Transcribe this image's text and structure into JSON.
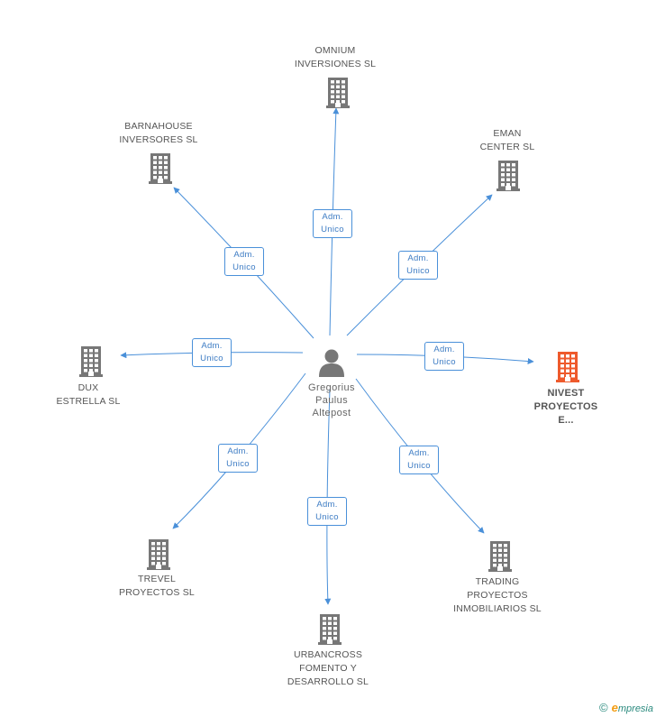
{
  "colors": {
    "edge": "#4a90d9",
    "building": "#777777",
    "main_building": "#ee5a2c",
    "person": "#777777"
  },
  "center": {
    "name_lines": [
      "Gregorius",
      "Paulus",
      "Altepost"
    ],
    "icon": "person-icon"
  },
  "companies": [
    {
      "id": "omnium",
      "lines": [
        "OMNIUM",
        "INVERSIONES SL"
      ],
      "main": false
    },
    {
      "id": "barnahouse",
      "lines": [
        "BARNAHOUSE",
        "INVERSORES SL"
      ],
      "main": false
    },
    {
      "id": "eman",
      "lines": [
        "EMAN",
        "CENTER SL"
      ],
      "main": false
    },
    {
      "id": "dux",
      "lines": [
        "DUX",
        "ESTRELLA SL"
      ],
      "main": false
    },
    {
      "id": "nivest",
      "lines": [
        "NIVEST",
        "PROYECTOS",
        "E..."
      ],
      "main": true
    },
    {
      "id": "trevel",
      "lines": [
        "TREVEL",
        "PROYECTOS SL"
      ],
      "main": false
    },
    {
      "id": "urbancross",
      "lines": [
        "URBANCROSS",
        "FOMENTO Y",
        "DESARROLLO SL"
      ],
      "main": false
    },
    {
      "id": "trading",
      "lines": [
        "TRADING",
        "PROYECTOS",
        "INMOBILIARIOS SL"
      ],
      "main": false
    }
  ],
  "edges": [
    {
      "to": "omnium",
      "label_lines": [
        "Adm.",
        "Unico"
      ]
    },
    {
      "to": "barnahouse",
      "label_lines": [
        "Adm.",
        "Unico"
      ]
    },
    {
      "to": "eman",
      "label_lines": [
        "Adm.",
        "Unico"
      ]
    },
    {
      "to": "dux",
      "label_lines": [
        "Adm.",
        "Unico"
      ]
    },
    {
      "to": "nivest",
      "label_lines": [
        "Adm.",
        "Unico"
      ]
    },
    {
      "to": "trevel",
      "label_lines": [
        "Adm.",
        "Unico"
      ]
    },
    {
      "to": "urbancross",
      "label_lines": [
        "Adm.",
        "Unico"
      ]
    },
    {
      "to": "trading",
      "label_lines": [
        "Adm.",
        "Unico"
      ]
    }
  ],
  "footer": {
    "copyright": "©",
    "brand_initial": "e",
    "brand_rest": "mpresia"
  }
}
